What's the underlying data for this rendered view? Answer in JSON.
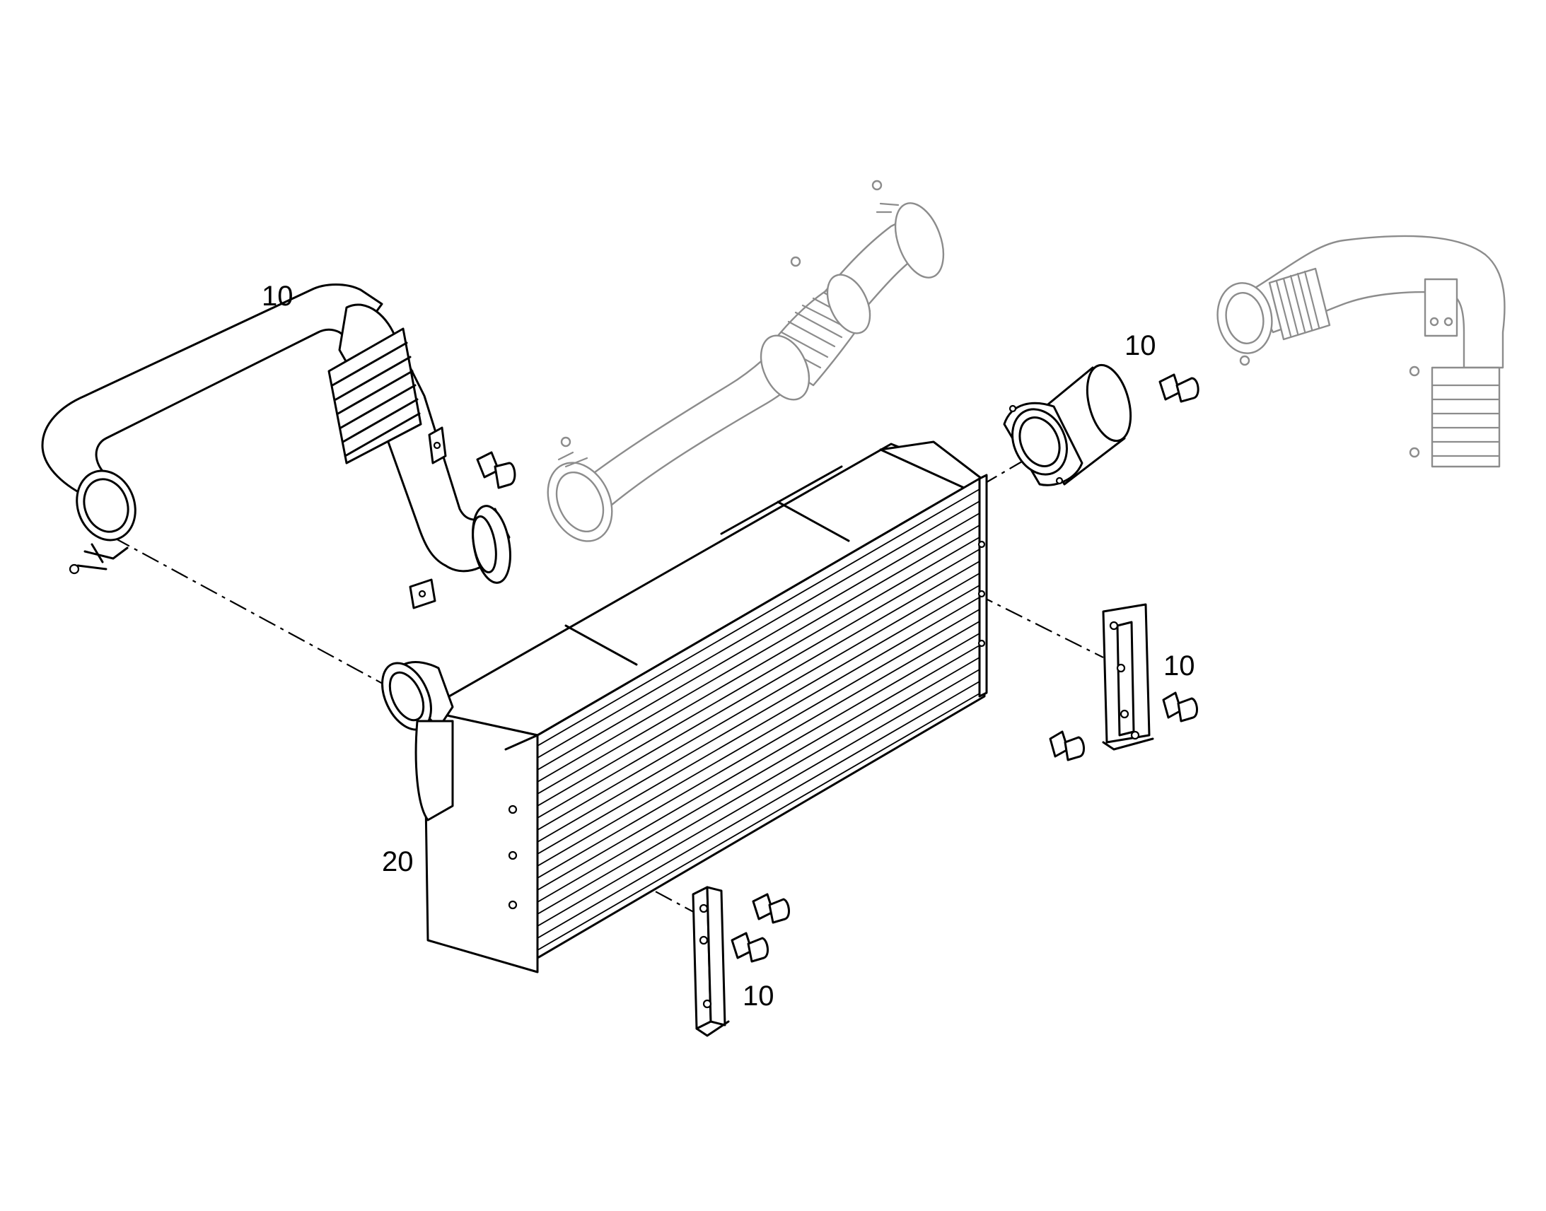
{
  "diagram": {
    "callouts": {
      "hose_upper_left": "10",
      "pipe_right": "10",
      "bracket_right": "10",
      "bracket_bottom": "10",
      "cooler": "20"
    },
    "colors": {
      "line": "#000000",
      "ghost": "#8c8c8c",
      "background": "#ffffff"
    }
  }
}
